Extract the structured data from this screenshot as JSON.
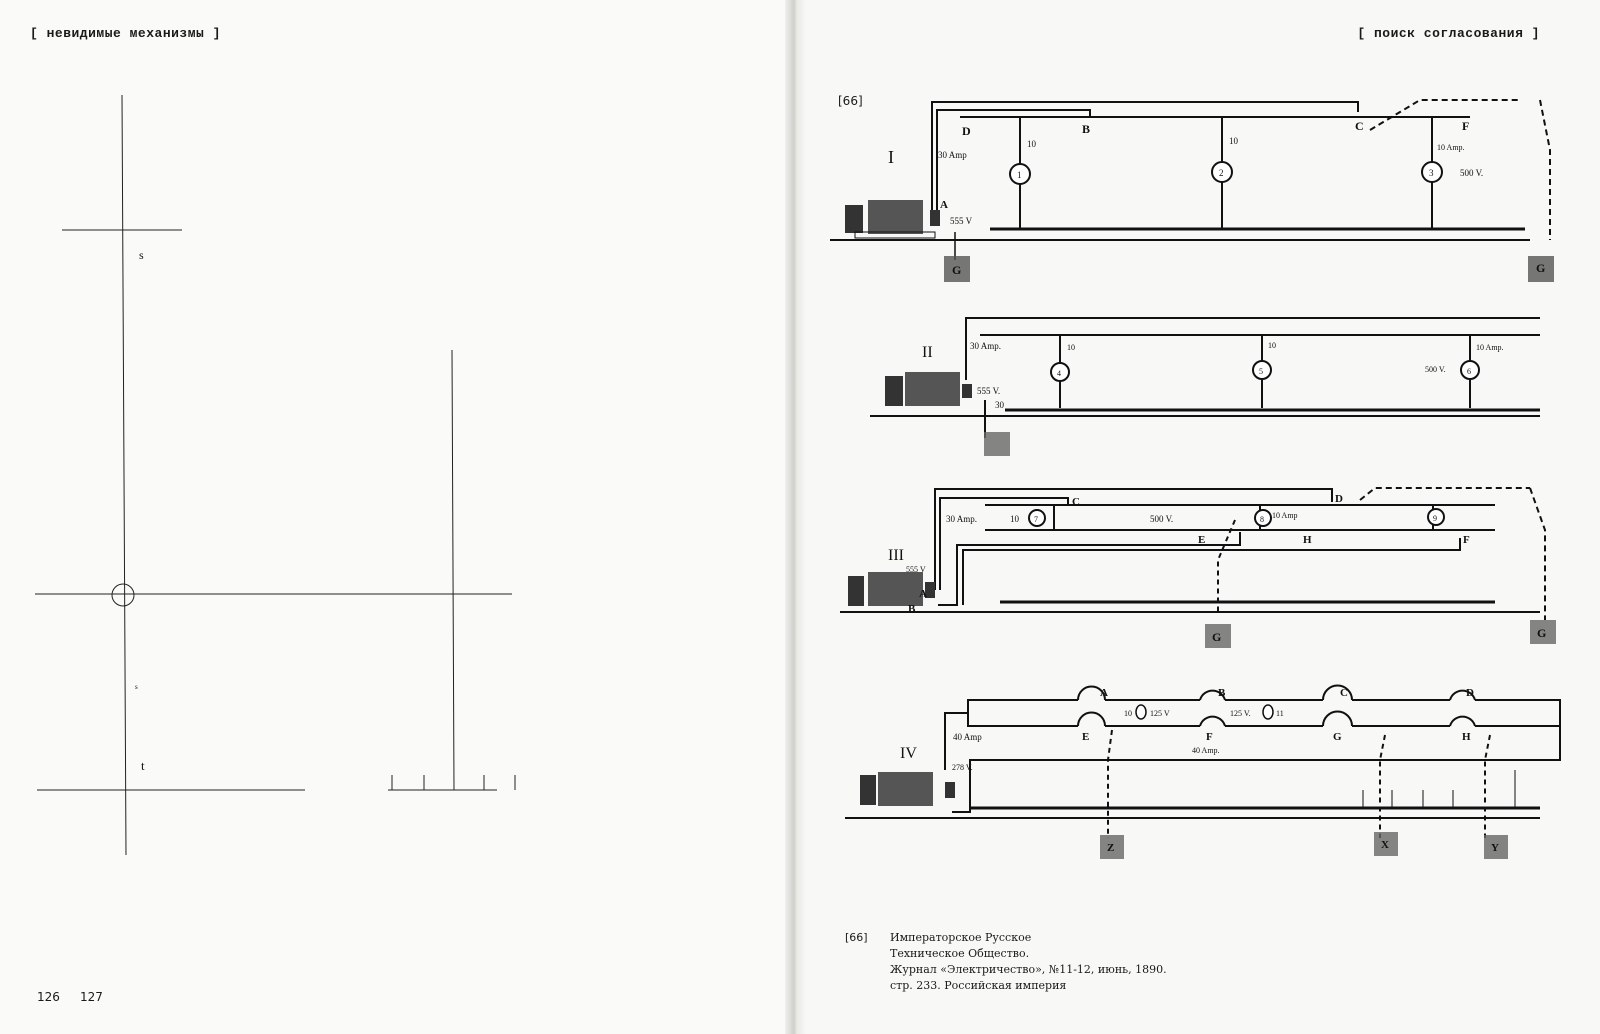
{
  "left_page": {
    "header": "[ невидимые механизмы ]",
    "labels": {
      "s1": "s",
      "s2": "s",
      "t": "t"
    },
    "page_numbers": [
      "126",
      "127"
    ]
  },
  "right_page": {
    "header": "[ поиск согласования ]",
    "figure_ref": "[66]",
    "diagrams": {
      "I": {
        "roman": "I",
        "D": "D",
        "B": "B",
        "C": "C",
        "F": "F",
        "A": "A",
        "amp30": "30 Amp",
        "v555": "555 V",
        "i1": "10",
        "i2": "10",
        "i3": "10 Amp.",
        "v500": "500 V.",
        "c1": "1",
        "c2": "2",
        "c3": "3",
        "G1": "G",
        "G2": "G"
      },
      "II": {
        "roman": "II",
        "amp30": "30 Amp.",
        "v555": "555 V.",
        "n30": "30",
        "i1": "10",
        "i2": "10",
        "i3": "10 Amp.",
        "v500": "500 V.",
        "c4": "4",
        "c5": "5",
        "c6": "6"
      },
      "III": {
        "roman": "III",
        "amp30": "30 Amp.",
        "C": "C",
        "D": "D",
        "E": "E",
        "F": "F",
        "H": "H",
        "A": "A",
        "B": "B",
        "v555": "555 V",
        "i7": "10",
        "v500": "500 V.",
        "i8": "10 Amp",
        "c7": "7",
        "c8": "8",
        "c9": "9",
        "G1": "G",
        "G2": "G"
      },
      "IV": {
        "roman": "IV",
        "A": "A",
        "B": "B",
        "C": "C",
        "D": "D",
        "E": "E",
        "F": "F",
        "G": "G",
        "H": "H",
        "amp40": "40 Amp",
        "amp40b": "40 Amp.",
        "v278": "278 V.",
        "i10": "10",
        "v125a": "125 V",
        "v125b": "125 V.",
        "i11": "11",
        "Z": "Z",
        "X": "X",
        "Y": "Y"
      }
    },
    "caption": {
      "number": "[66]",
      "lines": [
        "Императорское Русское",
        "Техническое Общество.",
        "Журнал «Электричество», №11-12, июнь, 1890.",
        "стр. 233. Российская империя"
      ]
    }
  }
}
